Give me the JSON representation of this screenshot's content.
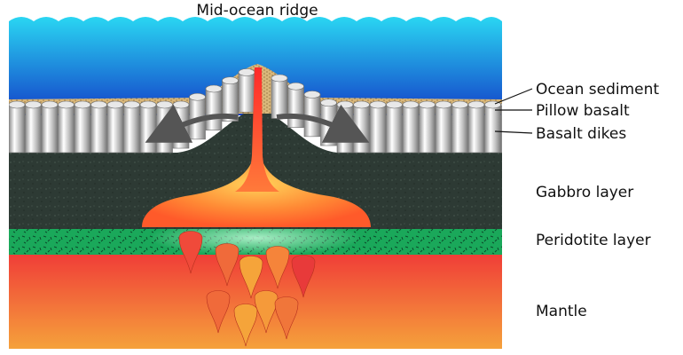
{
  "title": "Mid-ocean ridge",
  "labels": {
    "ocean_sediment": "Ocean sediment",
    "pillow_basalt": "Pillow basalt",
    "basalt_dikes": "Basalt dikes",
    "gabbro": "Gabbro layer",
    "peridotite": "Peridotite layer",
    "mantle": "Mantle"
  },
  "colors": {
    "ocean_top": "#2ad6f2",
    "ocean_bottom": "#1340c8",
    "sediment": "#d8b77a",
    "gabbro": "#2d3a34",
    "peridotite": "#1aa85a",
    "mantle_top": "#f03c38",
    "mantle_bottom": "#f5a13b",
    "magma": "#ff6a2a",
    "arrow": "#555555"
  }
}
